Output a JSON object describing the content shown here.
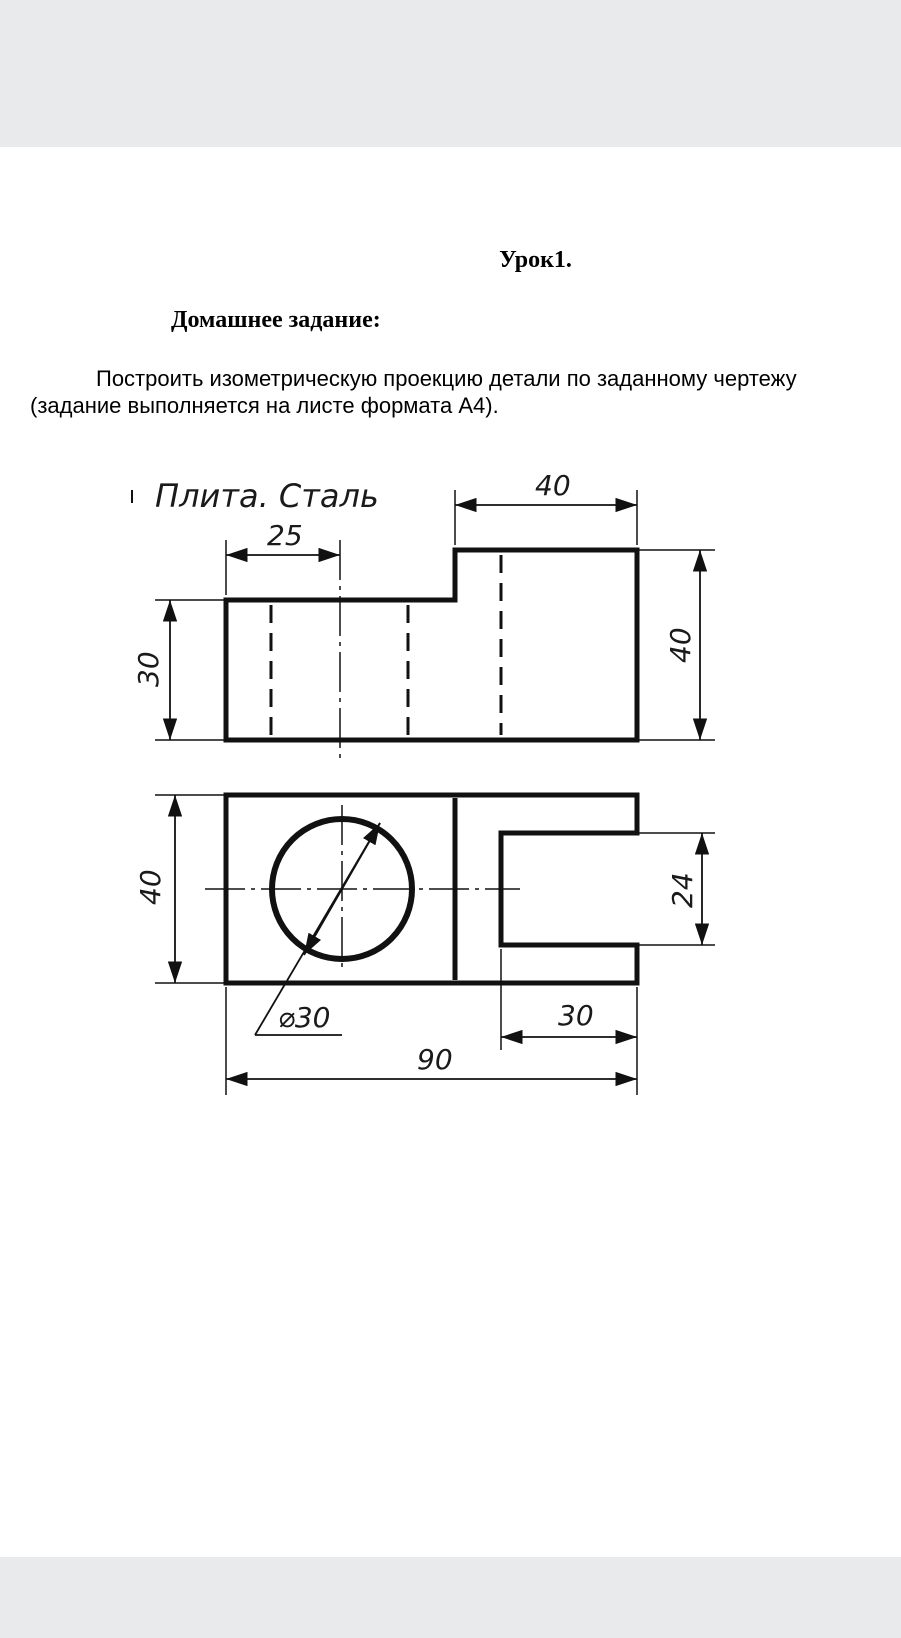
{
  "document": {
    "lesson_title": "Урок1.",
    "homework_heading": "Домашнее задание:",
    "task_line1": "Построить изометрическую проекцию детали по заданному чертежу",
    "task_line2": "(задание выполняется на листе формата А4)."
  },
  "drawing": {
    "title": "Плита. Сталь",
    "dimensions": {
      "top_width_right": "40",
      "top_width_left": "25",
      "height_left": "30",
      "height_right": "40",
      "plan_depth": "40",
      "slot_width": "24",
      "hole_diameter": "⌀30",
      "slot_depth": "30",
      "total_length": "90"
    }
  },
  "colors": {
    "viewer_background": "#e9eaec",
    "page_background": "#ffffff",
    "ink": "#111111"
  }
}
